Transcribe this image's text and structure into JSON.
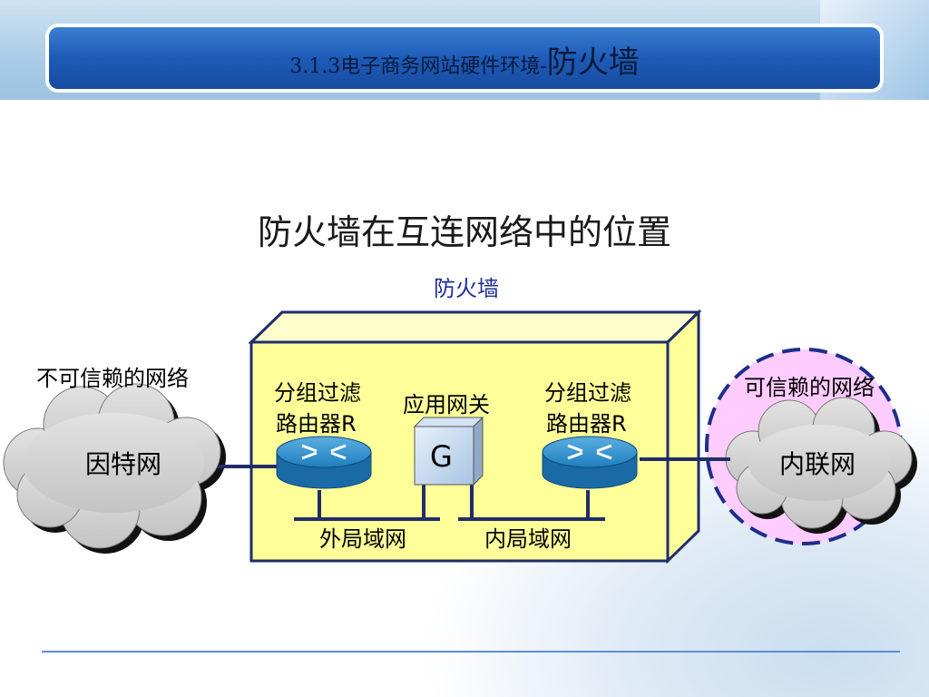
{
  "header": {
    "section": "3.1.3电子商务网站硬件环境-",
    "topic": "防火墙"
  },
  "diagram": {
    "heading": "防火墙在互连网络中的位置",
    "firewall_label": "防火墙",
    "untrusted_label": "不可信赖的网络",
    "internet_label": "因特网",
    "router_left_label": "分组过滤\n路由器R",
    "router_left_line1": "分组过滤",
    "router_left_line2": "路由器R",
    "gateway_title": "应用网关",
    "gateway_letter": "G",
    "router_right_line1": "分组过滤",
    "router_right_line2": "路由器R",
    "trusted_label": "可信赖的网络",
    "intranet_label": "内联网",
    "outer_lan_label": "外局域网",
    "inner_lan_label": "内局域网"
  },
  "colors": {
    "title_bar": "#1d5bb8",
    "firewall_box": "#ffff99",
    "router": "#1f7fbf",
    "trusted_zone": "#ffccff",
    "label_text": "#1f2d9c"
  }
}
